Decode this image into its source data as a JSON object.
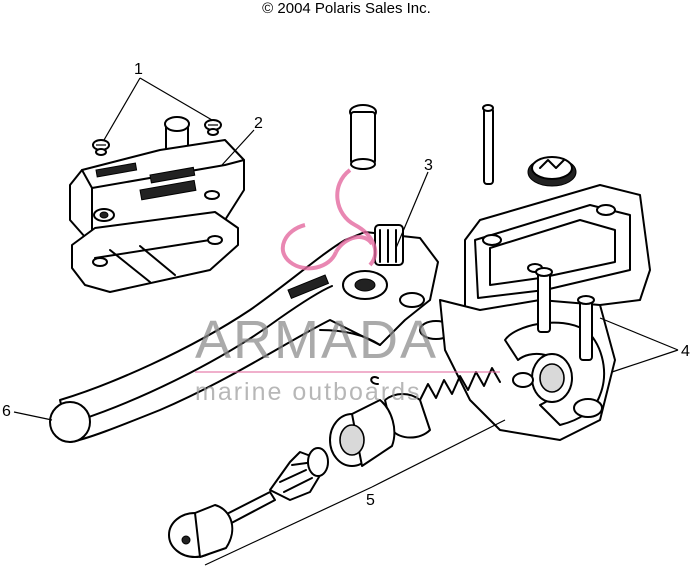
{
  "header": {
    "copyright": "© 2004 Polaris Sales Inc."
  },
  "callouts": [
    {
      "id": "1",
      "label": "1"
    },
    {
      "id": "2",
      "label": "2"
    },
    {
      "id": "3",
      "label": "3"
    },
    {
      "id": "4",
      "label": "4"
    },
    {
      "id": "5",
      "label": "5"
    },
    {
      "id": "6",
      "label": "6"
    }
  ],
  "watermark": {
    "brand": "ARMADA",
    "tagline": "marine outboards",
    "logo_color": "#e46aa0",
    "text_color": "#8a8a8a"
  }
}
